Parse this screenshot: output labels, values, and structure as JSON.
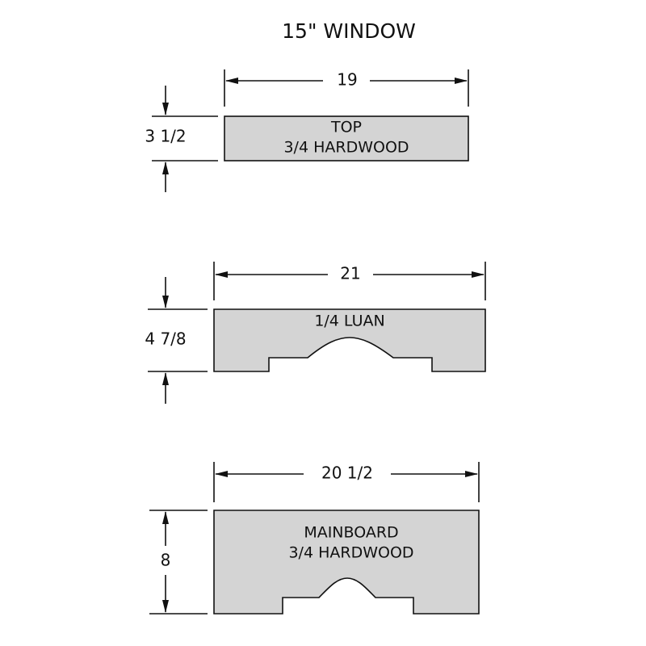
{
  "title": "15\" WINDOW",
  "colors": {
    "board_fill": "#d4d4d4",
    "line": "#111111",
    "background": "#ffffff"
  },
  "parts": [
    {
      "width_label": "19",
      "height_label": "3 1/2",
      "label_lines": [
        "TOP",
        "3/4 HARDWOOD"
      ]
    },
    {
      "width_label": "21",
      "height_label": "4 7/8",
      "label_lines": [
        "1/4 LUAN"
      ]
    },
    {
      "width_label": "20 1/2",
      "height_label": "8",
      "label_lines": [
        "MAINBOARD",
        "3/4 HARDWOOD"
      ]
    }
  ]
}
